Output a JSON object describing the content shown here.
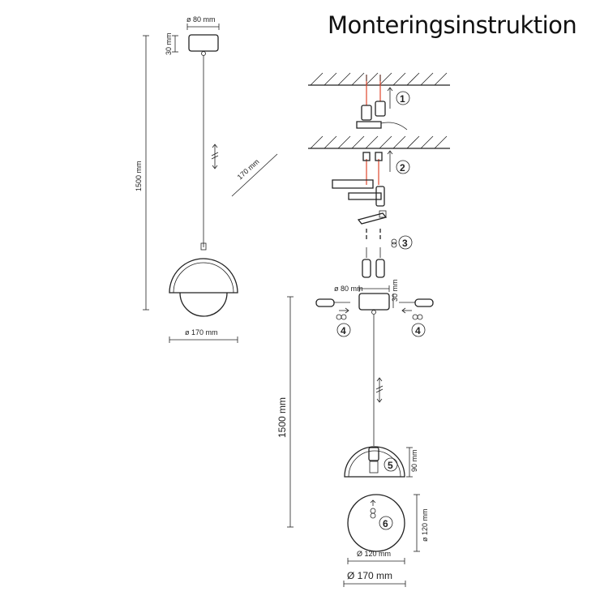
{
  "title": "Monteringsinstruktion",
  "overview": {
    "canopy_diameter": "ø 80 mm",
    "canopy_height": "30 mm",
    "cable_length": "1500 mm",
    "adjust_length": "170 mm",
    "shade_diameter": "ø 170 mm"
  },
  "assembly": {
    "canopy_diameter": "ø 80 mm",
    "canopy_height": "30 mm",
    "cable_length": "1500 mm",
    "shade_height": "90 mm",
    "globe_height": "ø 120 mm",
    "globe_diameter": "Ø 120 mm",
    "total_diameter": "Ø 170 mm"
  },
  "steps": {
    "s1": "1",
    "s2": "2",
    "s3": "3",
    "s4a": "4",
    "s4b": "4",
    "s5": "5",
    "s6": "6"
  },
  "colors": {
    "line": "#222222",
    "wire_red": "#e0452b",
    "background": "#ffffff"
  }
}
